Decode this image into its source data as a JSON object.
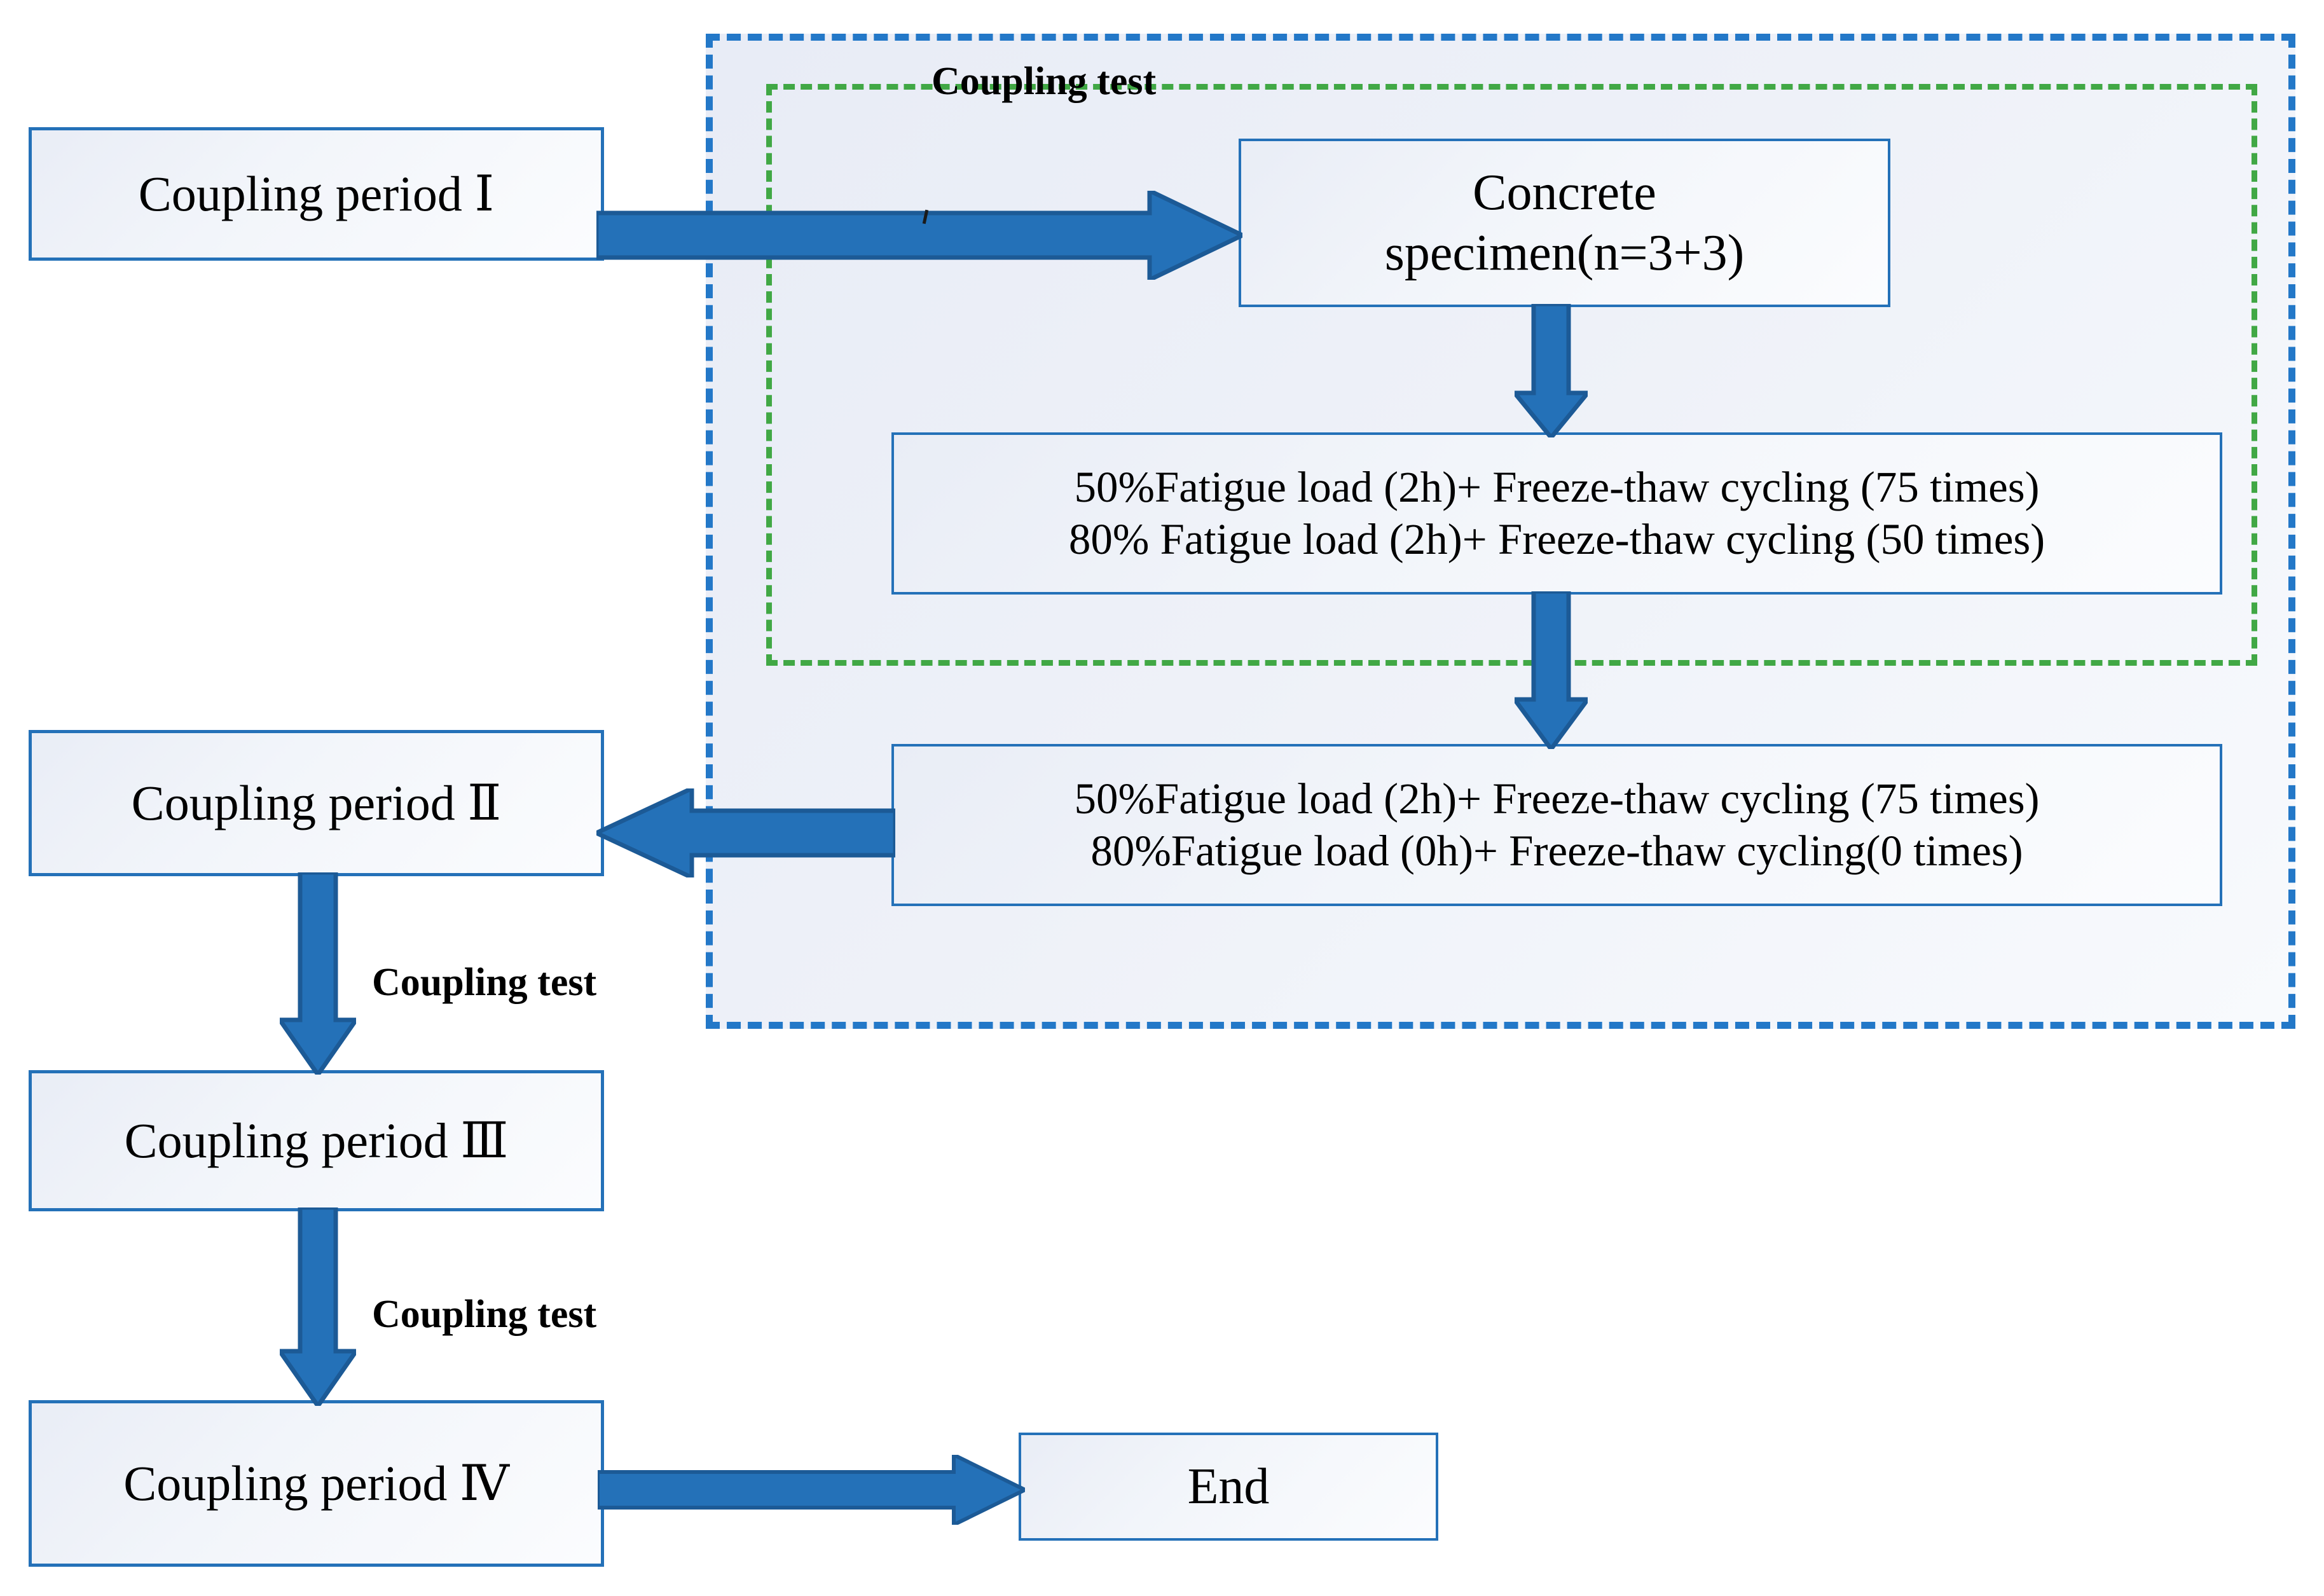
{
  "diagram": {
    "title": "Coupling test flow chart",
    "colors": {
      "box_border": "#2471b8",
      "arrow_fill": "#2471b8",
      "arrow_stroke": "#1c5a96",
      "dashed_blue": "#2378c8",
      "dashed_green": "#41a845",
      "shade": "#e9edf6",
      "text": "#000000"
    },
    "nodes": {
      "coupling_period_1": "Coupling period  Ⅰ",
      "coupling_period_2": "Coupling period  Ⅱ",
      "coupling_period_3": "Coupling period  Ⅲ",
      "coupling_period_4": "Coupling period Ⅳ",
      "concrete_specimen": "Concrete\nspecimen(n=3+3)",
      "load_block_top": "50%Fatigue load (2h)+ Freeze-thaw cycling (75 times)\n80% Fatigue load (2h)+ Freeze-thaw cycling (50 times)",
      "load_block_bottom": "50%Fatigue load (2h)+ Freeze-thaw cycling (75 times)\n80%Fatigue load (0h)+ Freeze-thaw cycling(0 times)",
      "end": "End"
    },
    "labels": {
      "coupling_test_top": "Coupling test",
      "coupling_test_mid": "Coupling test",
      "coupling_test_low": "Coupling test"
    },
    "containers": {
      "outer_group_name": "coupling-test-group-blue",
      "inner_group_name": "coupling-test-group-green"
    },
    "edges": [
      {
        "name": "period1-to-specimen",
        "from": "coupling_period_1",
        "to": "concrete_specimen",
        "direction": "right"
      },
      {
        "name": "specimen-to-load-top",
        "from": "concrete_specimen",
        "to": "load_block_top",
        "direction": "down"
      },
      {
        "name": "load-top-to-load-bottom",
        "from": "load_block_top",
        "to": "load_block_bottom",
        "direction": "down"
      },
      {
        "name": "load-bottom-to-period2",
        "from": "load_block_bottom",
        "to": "coupling_period_2",
        "direction": "left"
      },
      {
        "name": "period2-to-period3",
        "from": "coupling_period_2",
        "to": "coupling_period_3",
        "direction": "down",
        "label": "Coupling test"
      },
      {
        "name": "period3-to-period4",
        "from": "coupling_period_3",
        "to": "coupling_period_4",
        "direction": "down",
        "label": "Coupling test"
      },
      {
        "name": "period4-to-end",
        "from": "coupling_period_4",
        "to": "end",
        "direction": "right"
      }
    ]
  }
}
